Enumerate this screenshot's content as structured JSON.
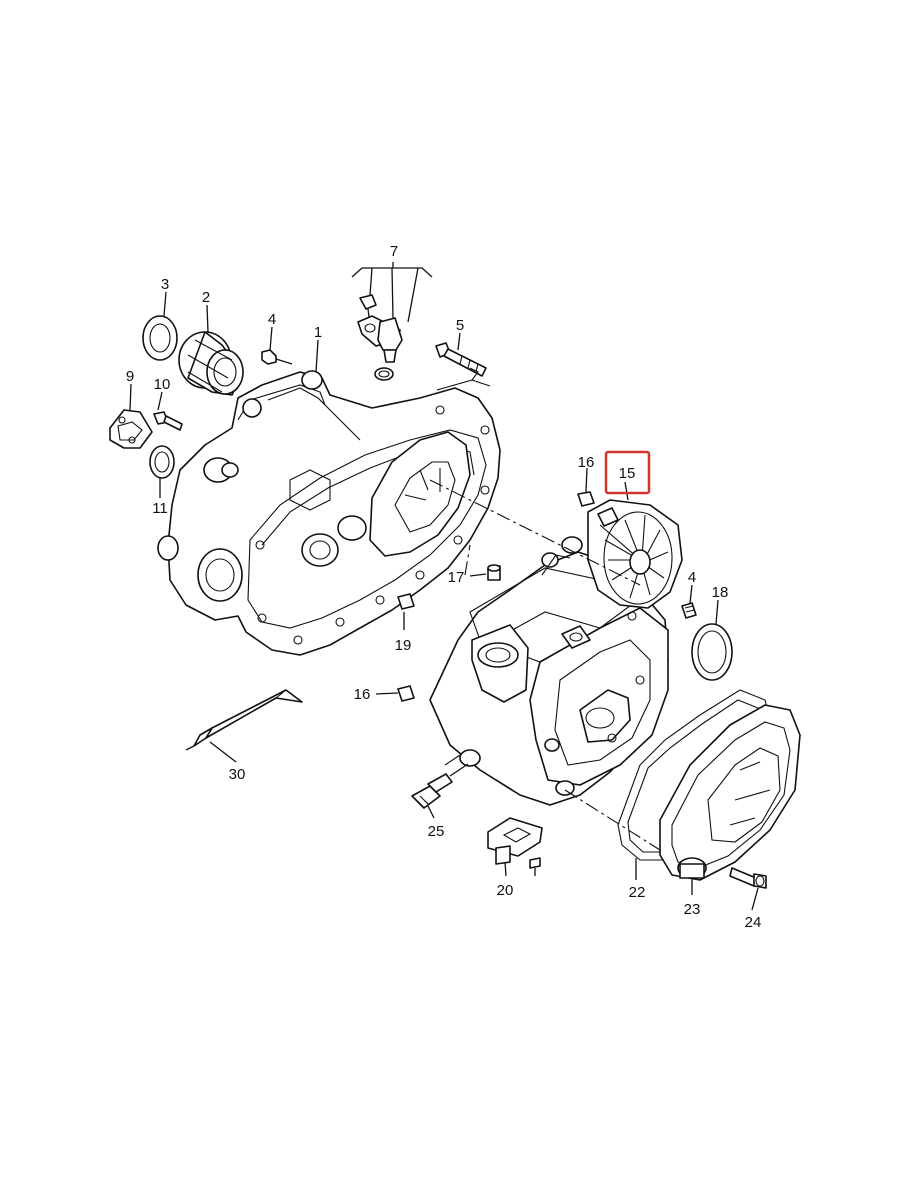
{
  "callouts": [
    {
      "id": "c1",
      "text": "1"
    },
    {
      "id": "c2",
      "text": "2"
    },
    {
      "id": "c3",
      "text": "3"
    },
    {
      "id": "c4a",
      "text": "4"
    },
    {
      "id": "c4b",
      "text": "4"
    },
    {
      "id": "c5",
      "text": "5"
    },
    {
      "id": "c7",
      "text": "7"
    },
    {
      "id": "c9",
      "text": "9"
    },
    {
      "id": "c10",
      "text": "10"
    },
    {
      "id": "c11",
      "text": "11"
    },
    {
      "id": "c15",
      "text": "15"
    },
    {
      "id": "c16a",
      "text": "16"
    },
    {
      "id": "c16b",
      "text": "16"
    },
    {
      "id": "c17",
      "text": "17"
    },
    {
      "id": "c18",
      "text": "18"
    },
    {
      "id": "c19",
      "text": "19"
    },
    {
      "id": "c20",
      "text": "20"
    },
    {
      "id": "c22",
      "text": "22"
    },
    {
      "id": "c23",
      "text": "23"
    },
    {
      "id": "c24",
      "text": "24"
    },
    {
      "id": "c25",
      "text": "25"
    },
    {
      "id": "c30",
      "text": "30"
    }
  ],
  "highlight": {
    "callout": "15",
    "color": "#d0342c"
  }
}
